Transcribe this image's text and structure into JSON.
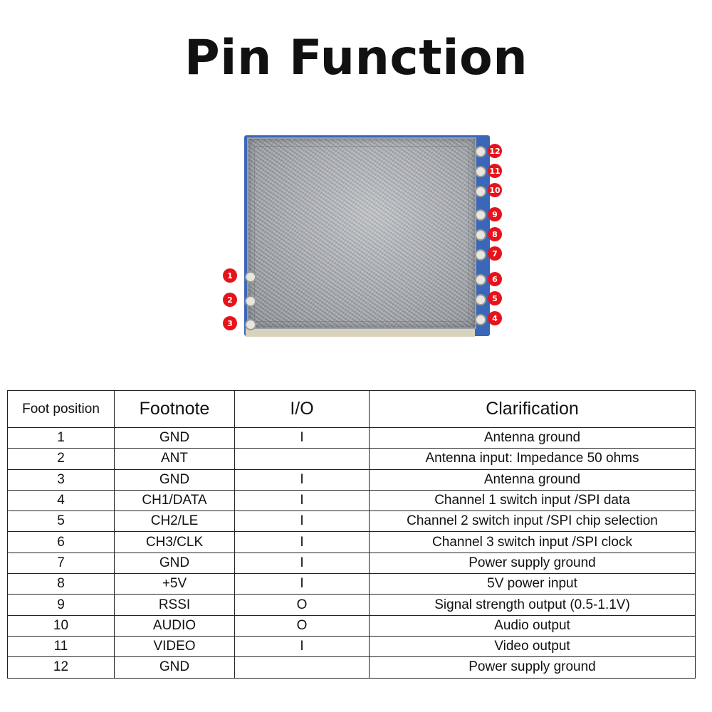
{
  "title": "Pin Function",
  "pin_badges": [
    "1",
    "2",
    "3",
    "4",
    "5",
    "6",
    "7",
    "8",
    "9",
    "10",
    "11",
    "12"
  ],
  "table": {
    "headers": [
      "Foot position",
      "Footnote",
      "I/O",
      "Clarification"
    ],
    "rows": [
      {
        "pos": "1",
        "name": "GND",
        "io": "I",
        "desc": "Antenna ground"
      },
      {
        "pos": "2",
        "name": "ANT",
        "io": "",
        "desc": "Antenna input: Impedance 50 ohms"
      },
      {
        "pos": "3",
        "name": "GND",
        "io": "I",
        "desc": "Antenna ground"
      },
      {
        "pos": "4",
        "name": "CH1/DATA",
        "io": "I",
        "desc": "Channel 1 switch input /SPI data"
      },
      {
        "pos": "5",
        "name": "CH2/LE",
        "io": "I",
        "desc": "Channel 2 switch input /SPI chip selection"
      },
      {
        "pos": "6",
        "name": "CH3/CLK",
        "io": "I",
        "desc": "Channel 3 switch input /SPI clock"
      },
      {
        "pos": "7",
        "name": "GND",
        "io": "I",
        "desc": "Power supply ground"
      },
      {
        "pos": "8",
        "name": "+5V",
        "io": "I",
        "desc": "5V power input"
      },
      {
        "pos": "9",
        "name": "RSSI",
        "io": "O",
        "desc": "Signal strength output (0.5-1.1V)"
      },
      {
        "pos": "10",
        "name": "AUDIO",
        "io": "O",
        "desc": "Audio output"
      },
      {
        "pos": "11",
        "name": "VIDEO",
        "io": "I",
        "desc": "Video output"
      },
      {
        "pos": "12",
        "name": "GND",
        "io": "",
        "desc": "Power supply ground"
      }
    ]
  }
}
